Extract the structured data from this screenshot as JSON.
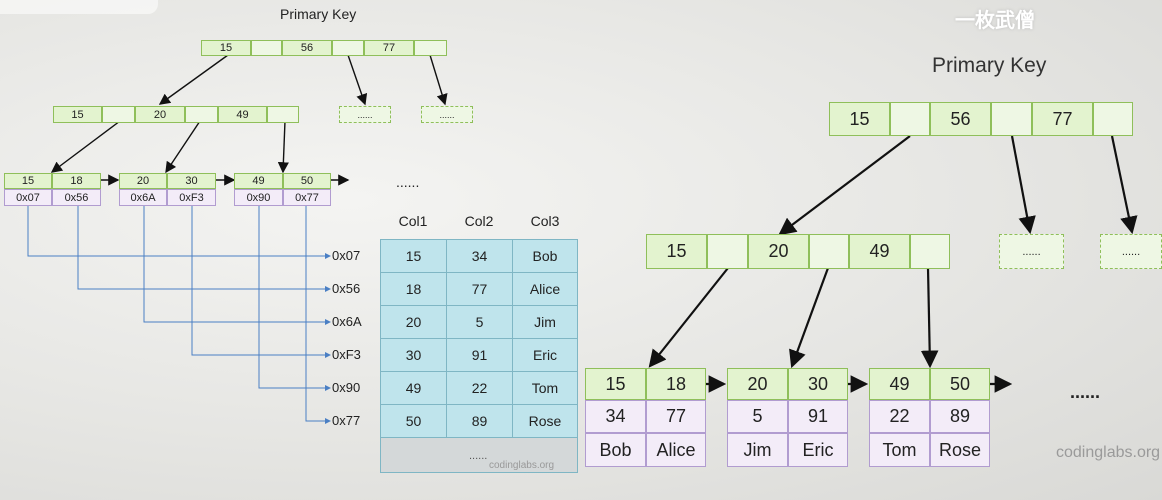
{
  "left": {
    "title": "Primary Key",
    "root": [
      "15",
      "56",
      "77"
    ],
    "root_placeholders": [
      "......",
      "......"
    ],
    "level2": [
      "15",
      "20",
      "49"
    ],
    "leaves": [
      {
        "keys": [
          "15",
          "18"
        ],
        "addrs": [
          "0x07",
          "0x56"
        ]
      },
      {
        "keys": [
          "20",
          "30"
        ],
        "addrs": [
          "0x6A",
          "0xF3"
        ]
      },
      {
        "keys": [
          "49",
          "50"
        ],
        "addrs": [
          "0x90",
          "0x77"
        ]
      }
    ],
    "leaf_more": "......",
    "pointer_labels": [
      "0x07",
      "0x56",
      "0x6A",
      "0xF3",
      "0x90",
      "0x77"
    ],
    "table": {
      "headers": [
        "Col1",
        "Col2",
        "Col3"
      ],
      "rows": [
        [
          "15",
          "34",
          "Bob"
        ],
        [
          "18",
          "77",
          "Alice"
        ],
        [
          "20",
          "5",
          "Jim"
        ],
        [
          "30",
          "91",
          "Eric"
        ],
        [
          "49",
          "22",
          "Tom"
        ],
        [
          "50",
          "89",
          "Rose"
        ]
      ],
      "footer": "......",
      "watermark": "codinglabs.org"
    }
  },
  "right": {
    "title": "Primary Key",
    "root": [
      "15",
      "56",
      "77"
    ],
    "root_placeholders": [
      "......",
      "......"
    ],
    "level2": [
      "15",
      "20",
      "49"
    ],
    "leaves": [
      {
        "keys": [
          "15",
          "18"
        ],
        "col2": [
          "34",
          "77"
        ],
        "col3": [
          "Bob",
          "Alice"
        ]
      },
      {
        "keys": [
          "20",
          "30"
        ],
        "col2": [
          "5",
          "91"
        ],
        "col3": [
          "Jim",
          "Eric"
        ]
      },
      {
        "keys": [
          "49",
          "50"
        ],
        "col2": [
          "22",
          "89"
        ],
        "col3": [
          "Tom",
          "Rose"
        ]
      }
    ],
    "leaf_more": "......",
    "watermark": "codinglabs.org"
  },
  "top_right_logo": "一枚武僧"
}
